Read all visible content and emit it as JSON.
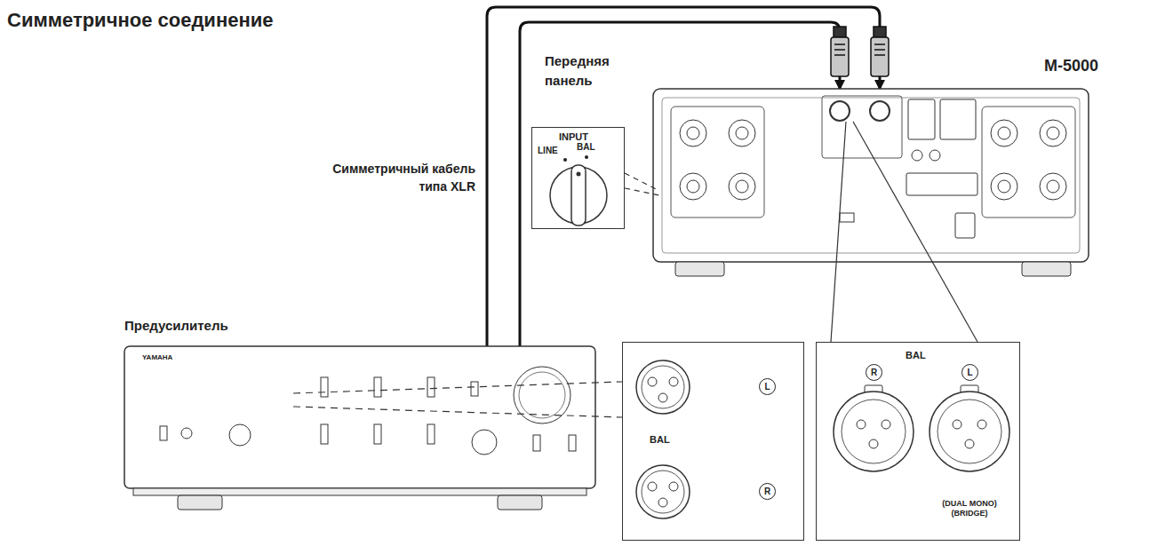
{
  "diagram": {
    "title": "Симметричное соединение",
    "nodes": [
      {
        "text": [
          "Передняя панель",
          "INPUT",
          "LINE",
          "BAL"
        ]
      },
      {
        "text": [
          "M-5000"
        ]
      },
      {
        "text": [
          "Предусилитель",
          "YAMAHA"
        ]
      },
      {
        "text": [
          "BAL",
          "L",
          "R"
        ]
      },
      {
        "text": [
          "BAL",
          "R",
          "L",
          "(DUAL MONO) (BRIDGE)"
        ]
      }
    ],
    "edges": [
      {
        "from": 2,
        "to": 1,
        "arrow": "to"
      },
      {
        "from": 2,
        "to": 1,
        "arrow": "to"
      }
    ],
    "labels": [
      "Симметричный кабель типа XLR"
    ]
  }
}
